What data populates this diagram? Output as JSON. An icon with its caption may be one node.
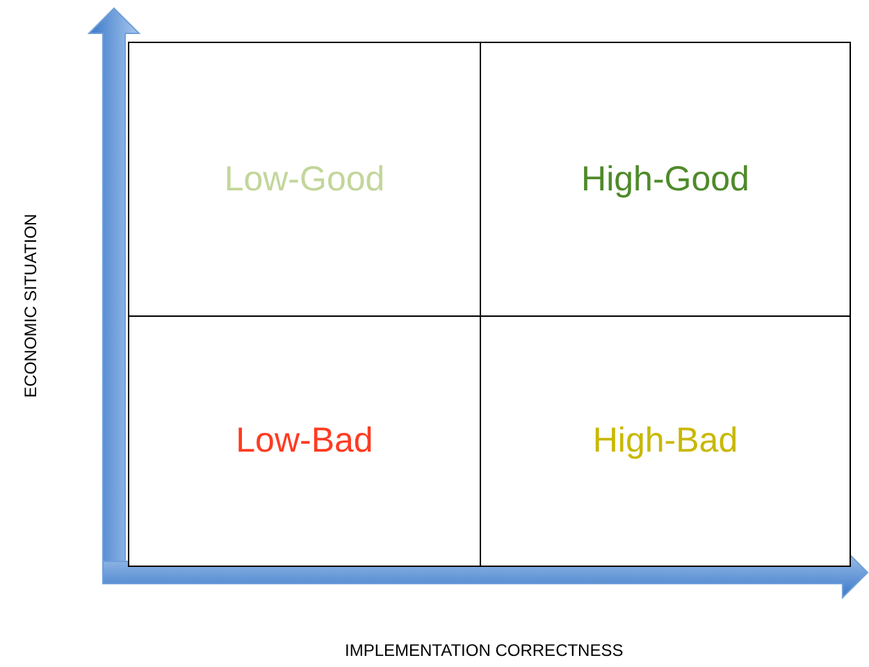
{
  "diagram": {
    "nodes": [
      {
        "text": [
          "Low-Good"
        ]
      },
      {
        "text": [
          "High-Good"
        ]
      },
      {
        "text": [
          "Low-Bad"
        ]
      },
      {
        "text": [
          "High-Bad"
        ]
      }
    ],
    "labels": [
      "ECONOMIC SITUATION",
      "IMPLEMENTATION CORRECTNESS"
    ]
  }
}
